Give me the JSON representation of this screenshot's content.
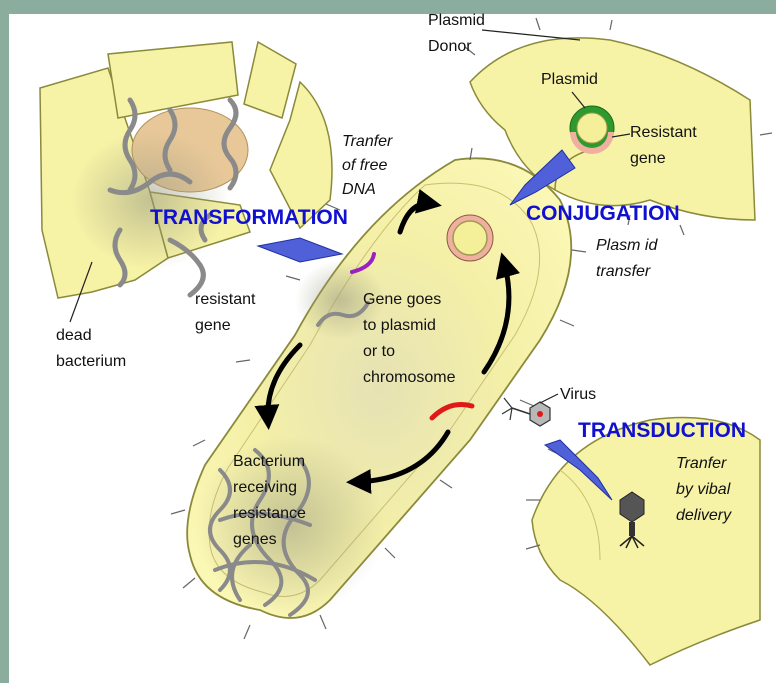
{
  "labels": {
    "plasmid_donor": [
      "Plasmid",
      "Donor"
    ],
    "plasmid": "Plasmid",
    "resistant_gene_top": [
      "Resistant",
      "gene"
    ],
    "transfer_free_dna": [
      "Tranfer",
      "of free",
      "DNA"
    ],
    "transformation": "TRANSFORMATION",
    "conjugation": "CONJUGATION",
    "plasmid_transfer": [
      "Plasm id",
      "transfer"
    ],
    "resistant_gene_left": [
      "resistant",
      "gene"
    ],
    "dead_bacterium": [
      "dead",
      "bacterium"
    ],
    "gene_goes": [
      "Gene goes",
      "to plasmid",
      "or to",
      "chromosome"
    ],
    "virus": "Virus",
    "transduction": "TRANSDUCTION",
    "transfer_viral": [
      "Tranfer",
      "by vibal",
      "delivery"
    ],
    "bacterium_receiving": [
      "Bacterium",
      "receiving",
      "resistance",
      "genes"
    ]
  },
  "colors": {
    "background": "#ffffff",
    "frame_green": "#8aad9e",
    "cell_fill": "#f7f3a6",
    "cell_stroke": "#8a8a3a",
    "process_text": "#1010d0",
    "arrow_blue": "#5060d8",
    "gene_purple": "#9a20c0",
    "gene_red": "#e01818",
    "plasmid_green": "#2e9a2e",
    "plasmid_pink": "#f0b0a0"
  }
}
